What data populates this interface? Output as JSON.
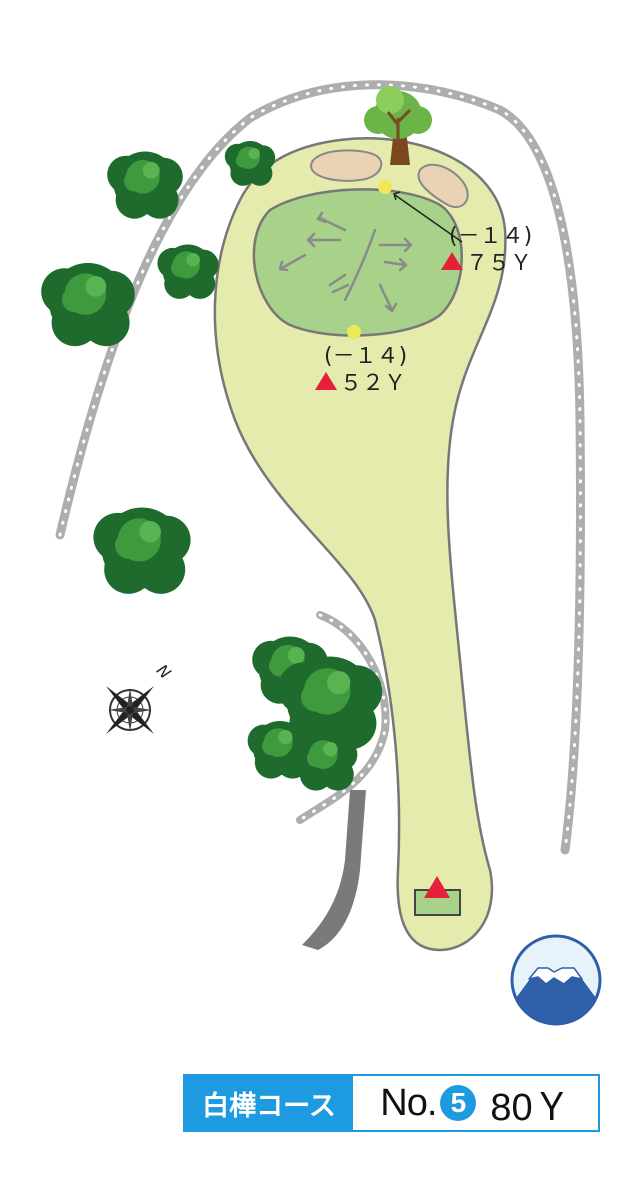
{
  "hole": {
    "course_name": "白樺コース",
    "number_prefix": "No.",
    "number": "5",
    "yardage": "80Ｙ"
  },
  "markers": {
    "back_pin": {
      "offset": "(－１４)",
      "distance": "７５Ｙ"
    },
    "front_pin": {
      "offset": "(－１４)",
      "distance": "５２Ｙ"
    }
  },
  "compass": {
    "north_label": "N"
  },
  "colors": {
    "fairway": "#e4ebad",
    "green": "#a8d28a",
    "bunker": "#ead3b4",
    "tree_dark": "#1e6b2d",
    "tree_light": "#3f9a3e",
    "ob_line": "#aeaeae",
    "marker_red": "#e5203a",
    "pin_yellow": "#eee952",
    "accent_blue": "#1e9be0",
    "mountain_blue": "#2e5fa8"
  }
}
